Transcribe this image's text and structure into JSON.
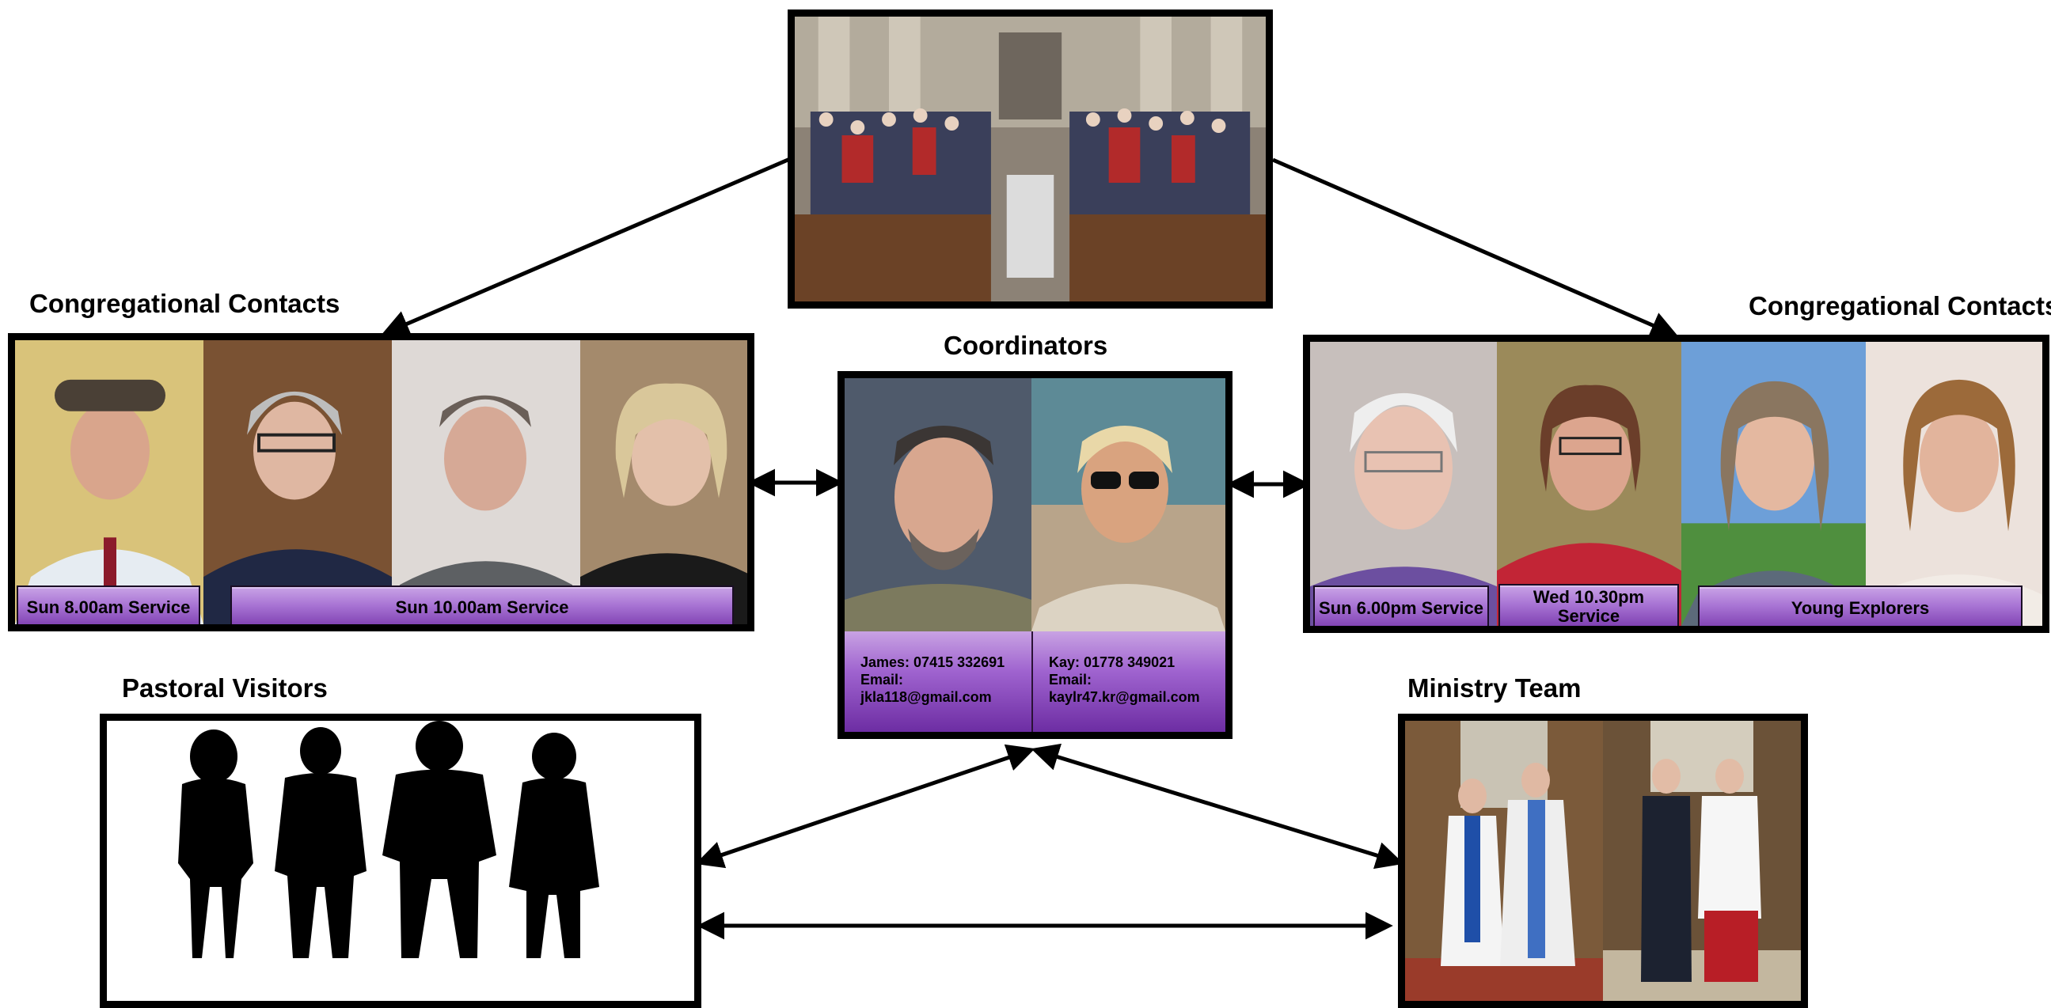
{
  "headings": {
    "cong_left": "Congregational Contacts",
    "cong_right": "Congregational Contacts",
    "coordinators": "Coordinators",
    "pastoral": "Pastoral Visitors",
    "ministry": "Ministry Team"
  },
  "left_labels": {
    "sun8": "Sun 8.00am Service",
    "sun10": "Sun 10.00am Service"
  },
  "right_labels": {
    "sun6": "Sun 6.00pm Service",
    "wed": "Wed 10.30pm Service",
    "young": "Young Explorers"
  },
  "coordinators": {
    "james": {
      "phone": "James: 07415 332691",
      "email_label": "Email:",
      "email": "jkla118@gmail.com"
    },
    "kay": {
      "phone": "Kay: 01778 349021",
      "email_label": "Email:",
      "email": "kaylr47.kr@gmail.com"
    }
  },
  "colors": {
    "label_purple": "#a874d4",
    "label_purple_dark": "#7d3eb0",
    "frame": "#000000"
  }
}
